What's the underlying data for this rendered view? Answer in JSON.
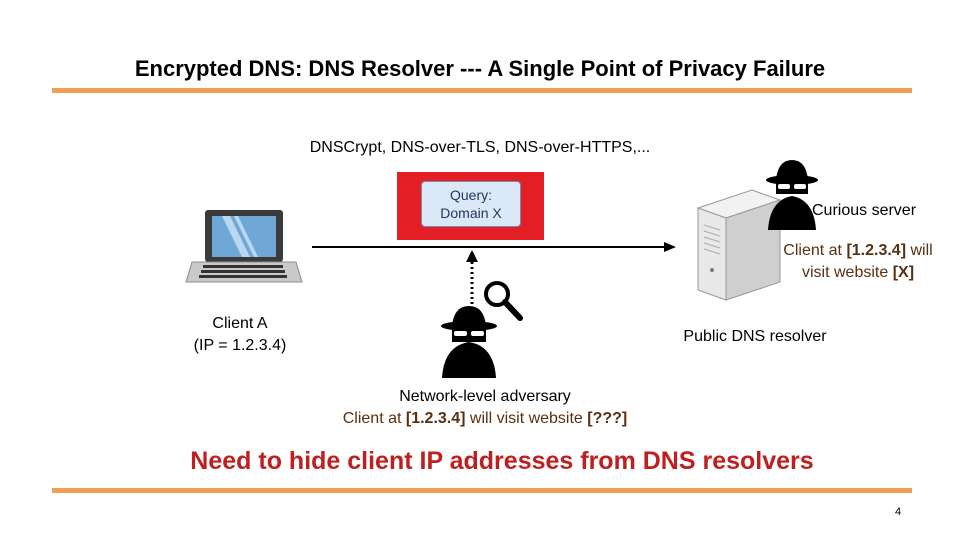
{
  "title": "Encrypted DNS: DNS Resolver --- A Single Point of Privacy Failure",
  "protocols": "DNSCrypt, DNS-over-TLS, DNS-over-HTTPS,...",
  "query": {
    "line1": "Query:",
    "line2": "Domain X"
  },
  "client": {
    "line1": "Client A",
    "line2": "(IP = 1.2.3.4)"
  },
  "resolver_label": "Public DNS resolver",
  "curious": {
    "label": "Curious server",
    "line1_pre": "Client at ",
    "ip": "[1.2.3.4]",
    "line1_post": " will",
    "line2_pre": "visit website ",
    "site": "[X]"
  },
  "adversary": {
    "label": "Network-level adversary",
    "pre": "Client at ",
    "ip": "[1.2.3.4]",
    "mid": " will visit website ",
    "site": "[???]"
  },
  "headline": "Need to hide client IP addresses from DNS resolvers",
  "page_number": "4",
  "colors": {
    "accent_rule": "#f0a050",
    "encryption_box": "#e31e24",
    "headline": "#c01f1f",
    "query_box": "#dbe8f8"
  },
  "icons": [
    "laptop-icon",
    "server-icon",
    "spy-icon",
    "magnifier-icon",
    "arrow-icon"
  ]
}
